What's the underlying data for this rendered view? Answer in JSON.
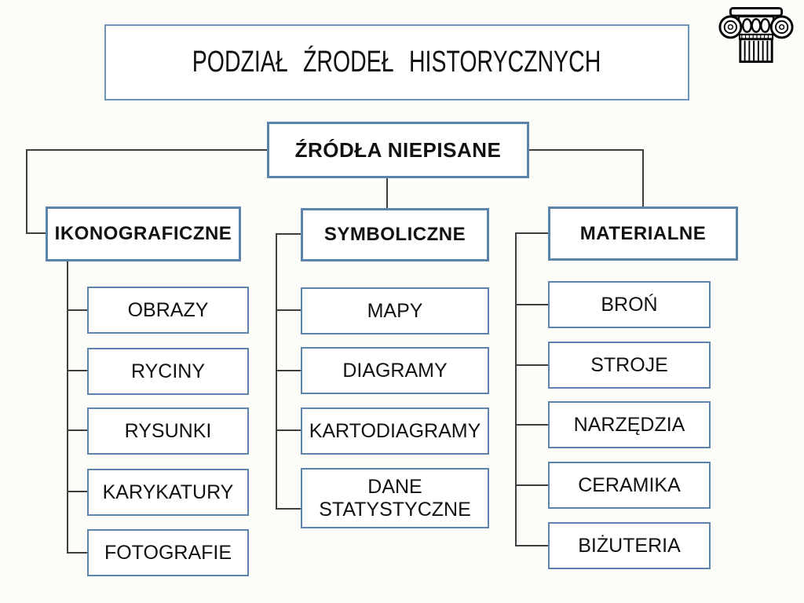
{
  "title": "PODZIAŁ  ŹRODEŁ  HISTORYCZNYCH",
  "root": {
    "label": "ŹRÓDŁA NIEPISANE"
  },
  "columns": [
    {
      "header": "IKONOGRAFICZNE",
      "children": [
        "OBRAZY",
        "RYCINY",
        "RYSUNKI",
        "KARYKATURY",
        "FOTOGRAFIE"
      ]
    },
    {
      "header": "SYMBOLICZNE",
      "children": [
        "MAPY",
        "DIAGRAMY",
        "KARTODIAGRAMY",
        "DANE STATYSTYCZNE"
      ]
    },
    {
      "header": "MATERIALNE",
      "children": [
        "BROŃ",
        "STROJE",
        "NARZĘDZIA",
        "CERAMIKA",
        "BIŻUTERIA"
      ]
    }
  ],
  "icons": {
    "corner": "ionic-column-icon"
  },
  "colors": {
    "box_border": "#5b83ab",
    "title_border": "#6f94ba",
    "connector": "#3f3f3f",
    "background": "#fcfcf9",
    "text": "#111111"
  }
}
